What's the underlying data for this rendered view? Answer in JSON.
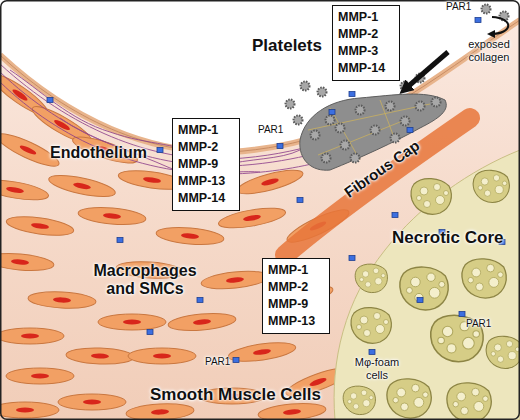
{
  "diagram": {
    "nodes": [
      {
        "text": [
          "MMP-1 MMP-2 MMP-3 MMP-14"
        ]
      },
      {
        "text": [
          "MMP-1 MMP-2 MMP-9 MMP-13 MMP-14"
        ]
      },
      {
        "text": [
          "MMP-1 MMP-2 MMP-9 MMP-13"
        ]
      }
    ],
    "labels": [
      "Platelets",
      "PAR1",
      "exposed collagen",
      "Endothelium",
      "PAR1",
      "Fibrous Cap",
      "Necrotic Core",
      "Macrophages and SMCs",
      "PAR1",
      "Mφ-foam cells",
      "PAR1",
      "Smooth Muscle Cells"
    ]
  }
}
